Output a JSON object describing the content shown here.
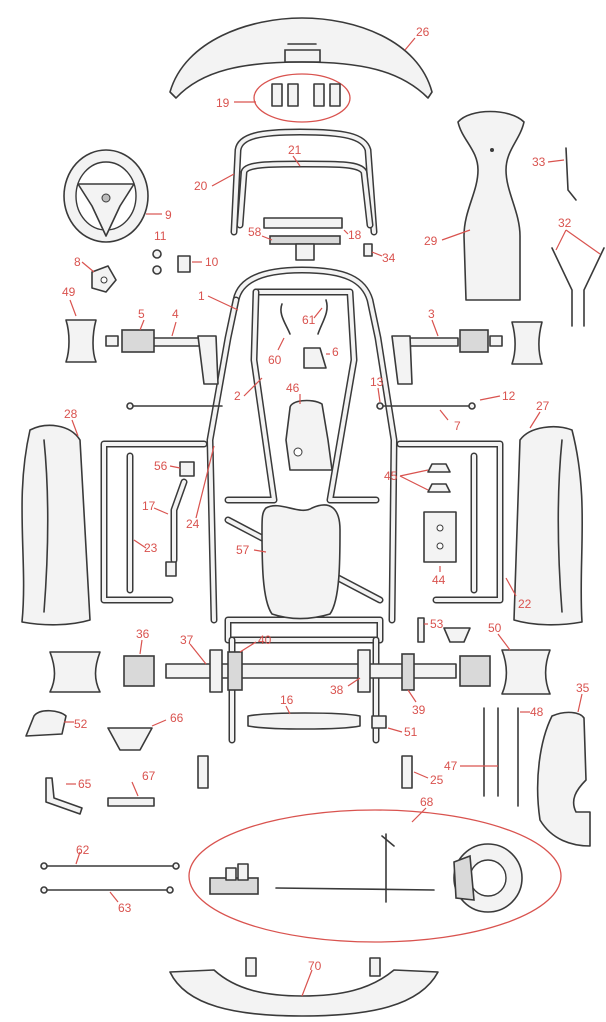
{
  "callouts": {
    "c1": "1",
    "c2": "2",
    "c3": "3",
    "c4": "4",
    "c5": "5",
    "c6": "6",
    "c7": "7",
    "c8": "8",
    "c9": "9",
    "c10": "10",
    "c11": "11",
    "c12": "12",
    "c13": "13",
    "c16": "16",
    "c17": "17",
    "c18": "18",
    "c19": "19",
    "c20": "20",
    "c21": "21",
    "c22": "22",
    "c23": "23",
    "c24": "24",
    "c25": "25",
    "c26": "26",
    "c27": "27",
    "c28": "28",
    "c29": "29",
    "c32": "32",
    "c33": "33",
    "c34": "34",
    "c35": "35",
    "c36": "36",
    "c37": "37",
    "c38": "38",
    "c39": "39",
    "c40": "40",
    "c44": "44",
    "c45": "45",
    "c46": "46",
    "c47": "47",
    "c48": "48",
    "c49": "49",
    "c50": "50",
    "c51": "51",
    "c52": "52",
    "c53": "53",
    "c56": "56",
    "c57": "57",
    "c58": "58",
    "c60": "60",
    "c61": "61",
    "c62": "62",
    "c63": "63",
    "c65": "65",
    "c66": "66",
    "c67": "67",
    "c68": "68",
    "c70": "70"
  },
  "colors": {
    "callout": "#d9534f",
    "outline": "#3a3a3a",
    "fill": "#f3f3f3",
    "background": "#ffffff"
  }
}
